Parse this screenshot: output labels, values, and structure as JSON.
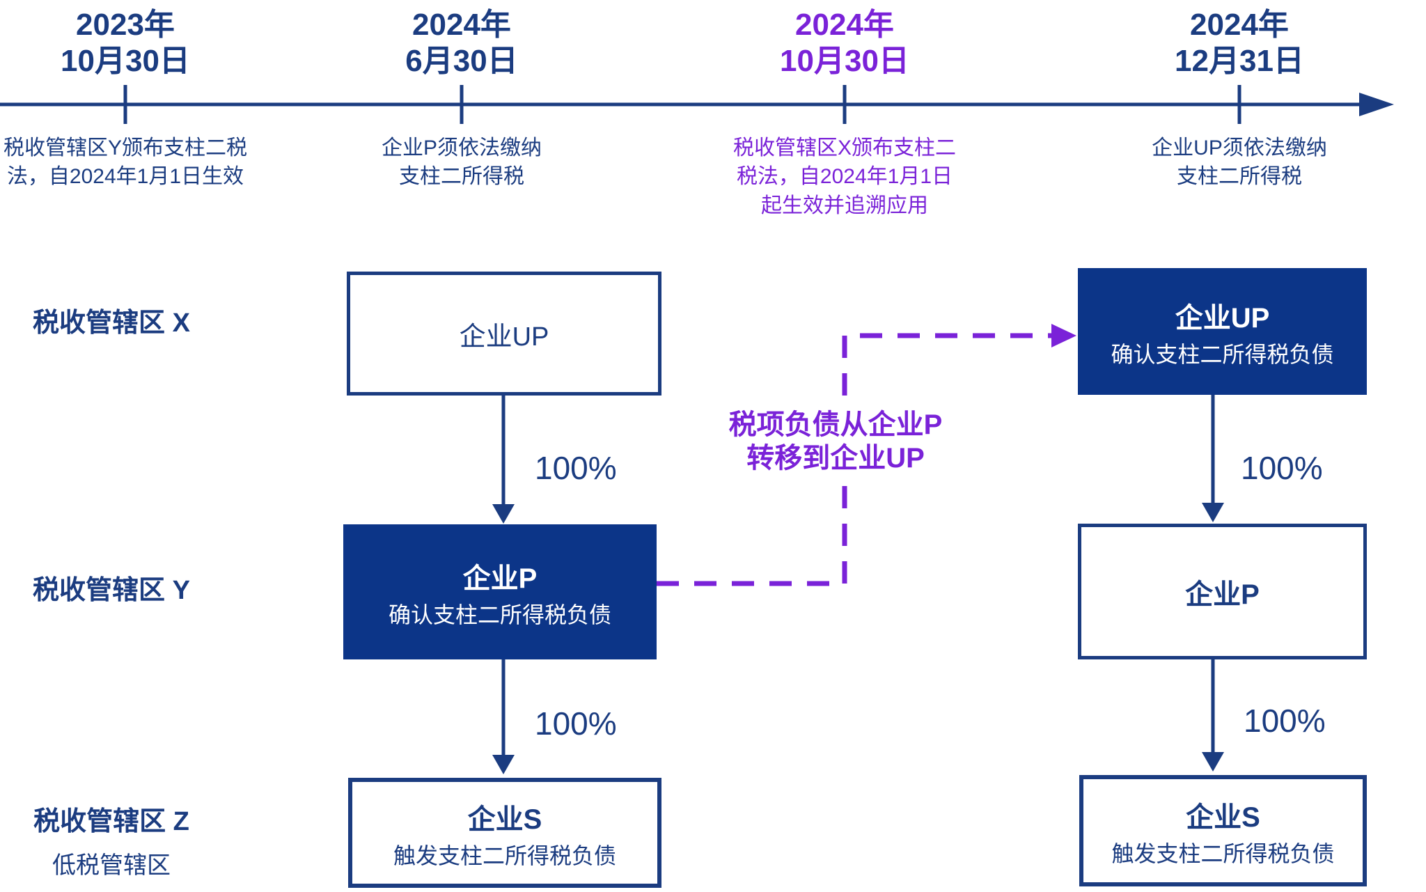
{
  "colors": {
    "navy": "#1B3C80",
    "box_fill": "#0C3588",
    "purple": "#7A22D8"
  },
  "timeline": {
    "events": [
      {
        "date": "2023年\n10月30日",
        "description": "税收管辖区Y颁布支柱二税\n法，自2024年1月1日生效",
        "highlighted": false
      },
      {
        "date": "2024年\n6月30日",
        "description": "企业P须依法缴纳\n支柱二所得税",
        "highlighted": false
      },
      {
        "date": "2024年\n10月30日",
        "description": "税收管辖区X颁布支柱二\n税法，自2024年1月1日\n起生效并追溯应用",
        "highlighted": true
      },
      {
        "date": "2024年\n12月31日",
        "description": "企业UP须依法缴纳\n支柱二所得税",
        "highlighted": false
      }
    ]
  },
  "jurisdiction_rows": [
    {
      "label": "税收管辖区 X"
    },
    {
      "label": "税收管辖区 Y"
    },
    {
      "label": "税收管辖区 Z",
      "sublabel": "低税管辖区"
    }
  ],
  "left_group": {
    "up_box": {
      "title": "企业UP"
    },
    "ownership_up_p": "100%",
    "p_box": {
      "title": "企业P",
      "subtitle": "确认支柱二所得税负债"
    },
    "ownership_p_s": "100%",
    "s_box": {
      "title": "企业S",
      "subtitle": "触发支柱二所得税负债"
    }
  },
  "right_group": {
    "up_box": {
      "title": "企业UP",
      "subtitle": "确认支柱二所得税负债"
    },
    "ownership_up_p": "100%",
    "p_box": {
      "title": "企业P"
    },
    "ownership_p_s": "100%",
    "s_box": {
      "title": "企业S",
      "subtitle": "触发支柱二所得税负债"
    }
  },
  "transfer_annotation": "税项负债从企业P\n转移到企业UP"
}
